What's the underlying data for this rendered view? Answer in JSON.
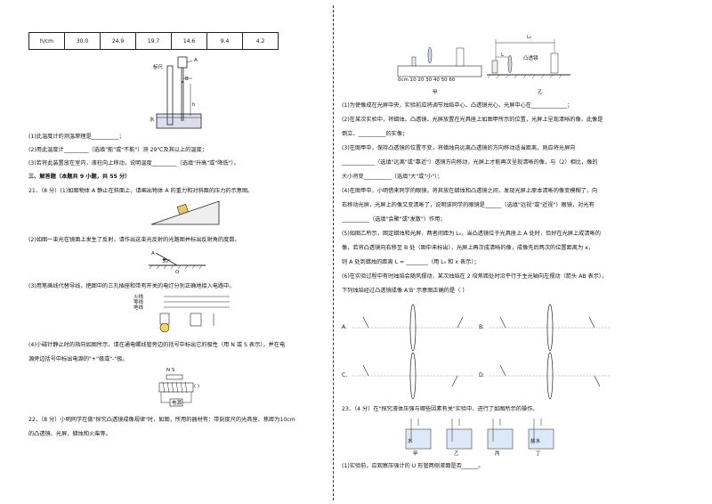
{
  "table": {
    "row": [
      "h/cm",
      "30.0",
      "24.9",
      "19.7",
      "14.6",
      "9.4",
      "4.2"
    ]
  },
  "fig1": {
    "labels": [
      "A",
      "B",
      "标尺",
      "h",
      "水"
    ]
  },
  "left_questions": [
    "(1)此温度计的测温原理是__________；",
    "(2)用此温度计_________（选填\"能\"或\"不能\"）测 29℃及其以上的温度；",
    "(3)若将此装置放在室内，液柱向上移动，说明温度_________（选填\"升高\"或\"降低\"）。"
  ],
  "section3": "三、解答题（本题共 9 小题，共 55 分）",
  "q21": {
    "part1": "21．（8 分）(1)如图物体 A 静止在斜面上，请画出物体 A 的重力和对斜面的压力的示意图。",
    "part2": "(2)如图一束光在镜面上发生了反射，请作出这束光反射的光路图并标出反射角的度数。",
    "angle": "30°",
    "labelA": "A",
    "labelO": "O",
    "part3": "(3)用笔画线代替导线，把图中的三孔插座和带有开关的电灯分别正确地接入电路中。",
    "wires": [
      "火线",
      "零线",
      "地线"
    ],
    "part4a": "(4)小磁针静止时的指向如图所示，请在通电螺线管旁边的括号中标出它的极性（用 N 或 S 表示），并在电",
    "part4b": "源旁边括号中标出电源的\"+\"极或\"-\"极。",
    "ns": "N   S",
    "paren": "(       )",
    "source": "电源"
  },
  "q22": {
    "line1": "22．（8 分）小明同学在做\"探究凸透镜成像规律\"时，如图，所用的器材有：带刻度尺的光具座、焦距为10cm",
    "line2": "的凸透镜、光屏、蜡烛和火柴等。"
  },
  "right_fig": {
    "ruler_ticks": "0cm 10   20   30   40   50   60",
    "jia": "甲",
    "yi": "乙",
    "lens_label": "凸透镜",
    "L0": "L₀",
    "L": "L"
  },
  "right_questions": [
    "(1)为使像成在光屏中央，实验前应将调节烛焰中心、凸透镜光心、光屏中心在_____________；",
    "(2)在某次实验中，将蜡烛、凸透镜、光屏放置在光具座上如图甲所示的位置，光屏上呈现清晰的像，此像是",
    "倒立、__________的实像；",
    "(3)在图甲中，保持凸透镜的位置不变，将蜡烛向远离凸透镜的方向移动适当距离，则应将光屏向",
    "____________（选填\"远离\"或\"靠近\"）透镜方向移动，光屏上才能再次呈现清晰的像，与（2）相比，像的",
    "大小将变__________（选填\"大\"或\"小\"）；",
    "(4)在图甲中，小明借来同学的眼镜，将其放在蜡烛和凸透镜之间，发现光屏上原本清晰的像变模糊了，向",
    "右移动光屏，光屏上的像又变清晰了，说明该同学的眼镜是______（选填\"远视\"或\"近视\"）眼镜，对光有",
    "__________（选填\"会聚\"或\"发散\"）作用；",
    "(5)如图乙所示，固定蜡烛和光屏，两者间距为 L₀，当凸透镜位于光具座上 A 处时，恰好在光屏上成清晰的",
    "像，若将凸透镜向右移至 B 处（图中未标出），光屏上再次成清晰的像，成像先后两次的位置距离为 x，",
    "则 A 处到蜡烛的距离 L = ________（用 L₀ 和 x 表示）；",
    "(6)在实验过程中有时烛焰会随风摆动，某次烛焰在 2 倍焦距处时沿平行于主光轴向左摆动（箭头 AB 表示），",
    "下列烛焰经过凸透镜成像 A'B' 示意图正确的是（     ）"
  ],
  "options": [
    "A.",
    "B.",
    "C.",
    "D."
  ],
  "q23": {
    "line1": "23．（4 分）在\"探究液体压强与哪些因素有关\"实验中，进行了如图所示的操作。",
    "labels": [
      "甲",
      "乙",
      "丙",
      "丁"
    ],
    "water": "水",
    "saltwater": "盐水",
    "q1": "(1)实验前，应观察压强计的 U 形管两侧液面是否______。"
  }
}
